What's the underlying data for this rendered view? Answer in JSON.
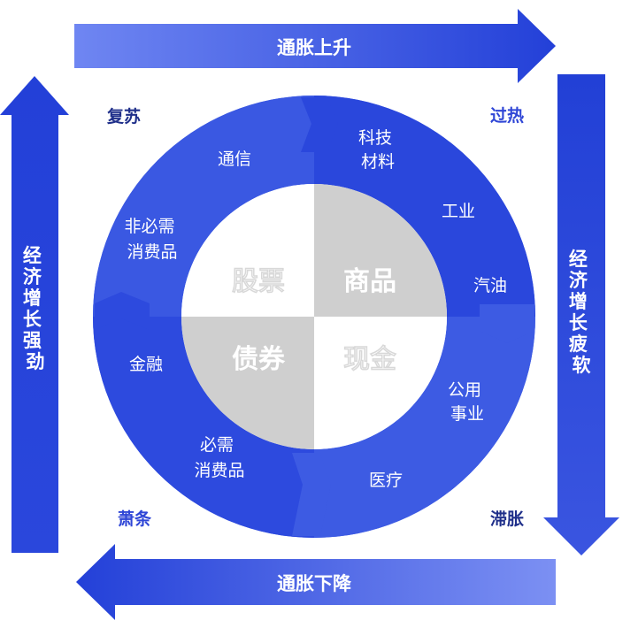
{
  "arrows": {
    "top": "通胀上升",
    "bottom": "通胀下降",
    "left": "经济增长强劲",
    "right": "经济增长疲软"
  },
  "phases": {
    "top_left": "复苏",
    "top_right": "过热",
    "bottom_left": "萧条",
    "bottom_right": "滞胀"
  },
  "sectors": {
    "telecom": "通信",
    "tech_materials": [
      "科技",
      "材料"
    ],
    "industrial": "工业",
    "oil": "汽油",
    "discretionary": [
      "非必需",
      "消费品"
    ],
    "finance": "金融",
    "staples": [
      "必需",
      "消费品"
    ],
    "utilities": [
      "公用",
      "事业"
    ],
    "healthcare": "医疗"
  },
  "assets": {
    "stocks": "股票",
    "commodities": "商品",
    "bonds": "债券",
    "cash": "现金"
  },
  "colors": {
    "primary": "#2f46d6",
    "ring": "#3a57e0",
    "inner_gray": "#cfcfcf",
    "text_blue": "#2f46d6"
  }
}
